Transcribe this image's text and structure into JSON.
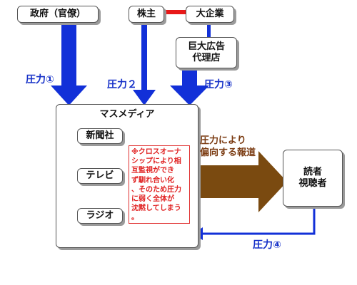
{
  "nodes": {
    "government": "政府（官僚）",
    "shareholders": "株主",
    "big_corp": "大企業",
    "ad_agency_line1": "巨大広告",
    "ad_agency_line2": "代理店",
    "mass_media": "マスメディア",
    "newspaper": "新聞社",
    "tv": "テレビ",
    "radio": "ラジオ",
    "reader_line1": "読者",
    "reader_line2": "視聴者"
  },
  "pressure_labels": {
    "p1": "圧力①",
    "p2": "圧力２",
    "p3": "圧力③",
    "p4": "圧力④"
  },
  "biased_report": {
    "line1": "圧力により",
    "line2": "偏向する報道"
  },
  "cross_ownership_note": {
    "line1": "※クロスオーナ",
    "line2": "シップにより相",
    "line3": "互監視ができ",
    "line4": "ず馴れ合い化",
    "line5": "、そのため圧力",
    "line6": "に弱く全体が",
    "line7": "沈黙してしまう",
    "line8": "。"
  },
  "colors": {
    "pressure_arrow": "#1230d8",
    "report_arrow": "#7a4a10",
    "link_line": "#e81818",
    "note_text": "#e02020"
  }
}
